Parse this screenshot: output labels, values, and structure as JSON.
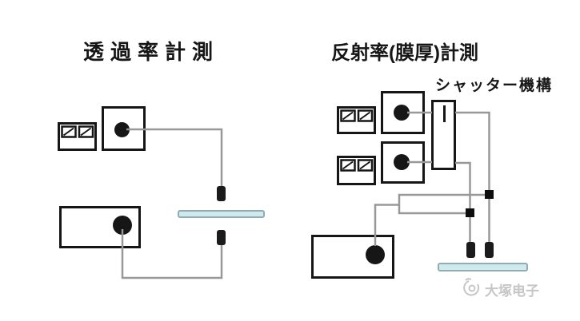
{
  "colors": {
    "line-gray": "#989898",
    "ink": "#161616",
    "sample-fill": "#cfe9ed",
    "sample-border": "#8fadb2",
    "watermark": "#c6c6c6"
  },
  "diagrams": {
    "transmittance": {
      "title": "透過率計測"
    },
    "reflectance": {
      "title": "反射率(膜厚)計測",
      "shutter_label": "シャッター機構"
    }
  },
  "watermark": {
    "text": "大塚电子"
  },
  "icons": {
    "meter": "analog-meter-icon",
    "source_port": "source-port-icon",
    "detector_port": "detector-port-icon",
    "shutter_blade": "shutter-blade-icon",
    "fiber_tip": "fiber-tip-icon",
    "junction": "fiber-junction-icon",
    "logo": "watermark-logo-icon"
  }
}
